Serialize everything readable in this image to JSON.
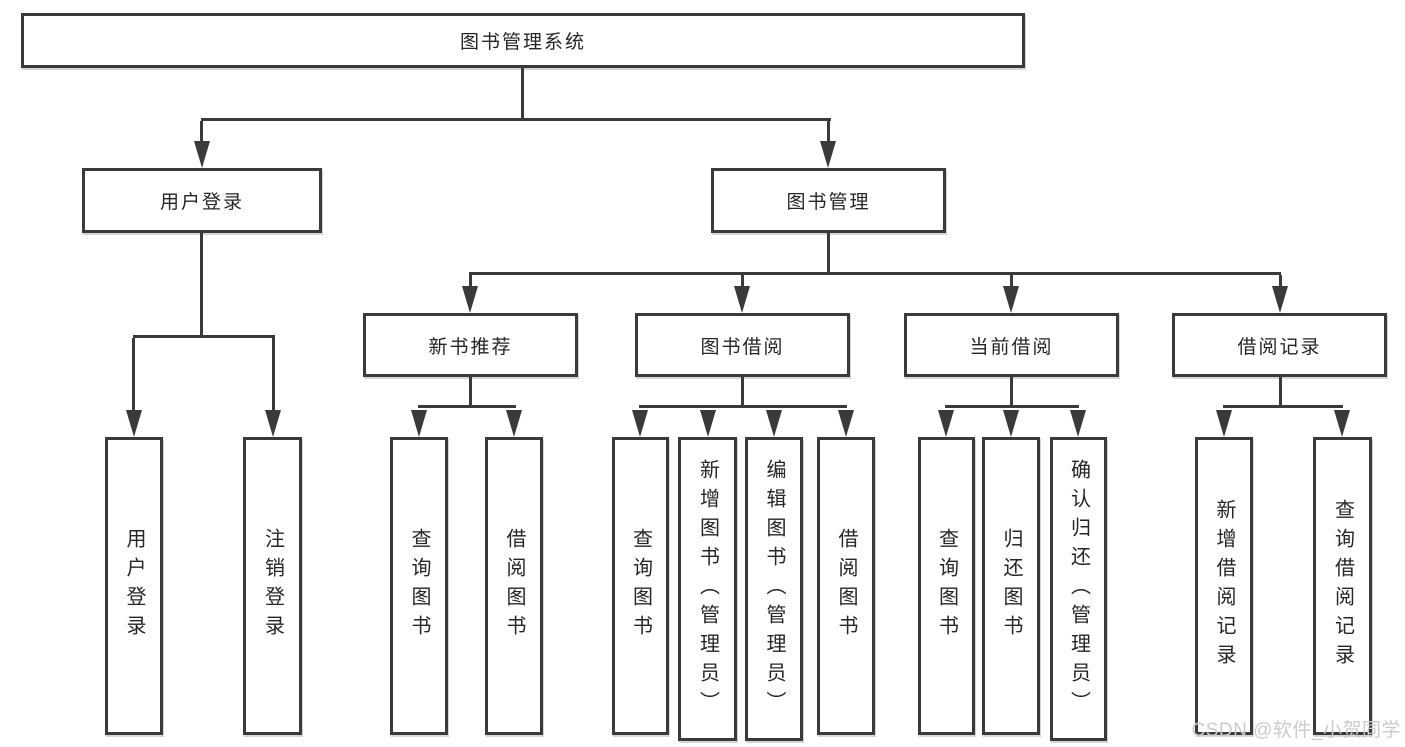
{
  "diagram": {
    "root": {
      "label": "图书管理系统"
    },
    "level2": [
      {
        "label": "用户登录"
      },
      {
        "label": "图书管理"
      }
    ],
    "level3": [
      {
        "label": "新书推荐"
      },
      {
        "label": "图书借阅"
      },
      {
        "label": "当前借阅"
      },
      {
        "label": "借阅记录"
      }
    ],
    "level4": [
      {
        "label": "用户登录"
      },
      {
        "label": "注销登录"
      },
      {
        "label": "查询图书"
      },
      {
        "label": "借阅图书"
      },
      {
        "label": "查询图书"
      },
      {
        "label": "新增图书（管理员）"
      },
      {
        "label": "编辑图书（管理员）"
      },
      {
        "label": "借阅图书"
      },
      {
        "label": "查询图书"
      },
      {
        "label": "归还图书"
      },
      {
        "label": "确认归还（管理员）"
      },
      {
        "label": "新增借阅记录"
      },
      {
        "label": "查询借阅记录"
      }
    ]
  },
  "watermark": {
    "text": "CSDN @软件_小贺同学"
  },
  "colors": {
    "line": "#3a3a3a",
    "text": "#262626",
    "background": "#ffffff",
    "watermark": "#cbcbcb"
  }
}
